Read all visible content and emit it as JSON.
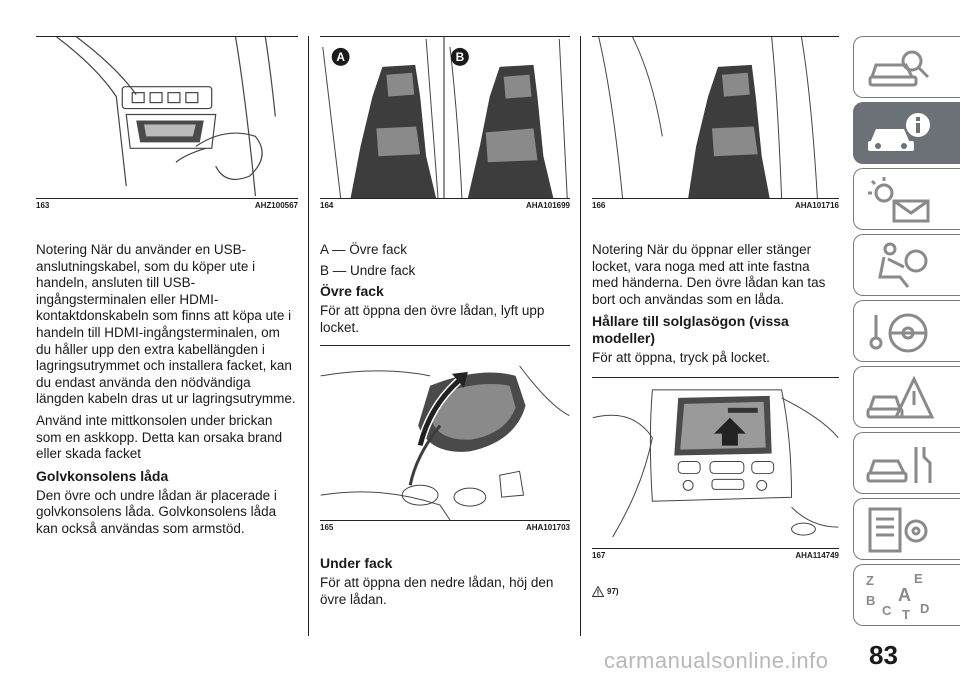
{
  "figures": {
    "f163": {
      "num": "163",
      "code": "AHZ100567"
    },
    "f164": {
      "num": "164",
      "code": "AHA101699",
      "label_a": "A",
      "label_b": "B"
    },
    "f165": {
      "num": "165",
      "code": "AHA101703"
    },
    "f166": {
      "num": "166",
      "code": "AHA101716"
    },
    "f167": {
      "num": "167",
      "code": "AHA114749"
    }
  },
  "col1": {
    "note1": "Notering  När du använder en USB-anslutningskabel, som du köper ute i handeln, ansluten till USB-ingångsterminalen eller HDMI-kontaktdonskabeln som finns att köpa ute i handeln till HDMI-ingångsterminalen, om du håller upp den extra kabellängden i lagringsutrymmet och installera facket, kan du endast använda den nödvändiga längden kabeln dras ut ur lagringsutrymme.",
    "note2": "Använd inte mittkonsolen under brickan som en askkopp. Detta kan orsaka brand eller skada facket",
    "heading": "Golvkonsolens låda",
    "body": "Den övre och undre lådan är placerade i golvkonsolens låda. Golvkonsolens låda kan också användas som armstöd."
  },
  "col2": {
    "item_a": "A — Övre fack",
    "item_b": "B — Undre fack",
    "heading1": "Övre fack",
    "body1": "För att öppna den övre lådan, lyft upp locket.",
    "heading2": "Under fack",
    "body2": "För att öppna den nedre lådan, höj den övre lådan."
  },
  "col3": {
    "note": "Notering  När du öppnar eller stänger locket, vara noga med att inte fastna med händerna. Den övre lådan kan tas bort och användas som en låda.",
    "heading": "Hållare till solglasögon (vissa modeller)",
    "body": "För att öppna, tryck på locket.",
    "warning_ref": "97)"
  },
  "sidebar": {
    "tabs": [
      {
        "icon": "car-search-icon",
        "active": false
      },
      {
        "icon": "car-info-icon",
        "active": true
      },
      {
        "icon": "light-message-icon",
        "active": false
      },
      {
        "icon": "seat-airbag-icon",
        "active": false
      },
      {
        "icon": "steering-key-icon",
        "active": false
      },
      {
        "icon": "warning-triangle-icon",
        "active": false
      },
      {
        "icon": "car-tools-icon",
        "active": false
      },
      {
        "icon": "specs-gear-icon",
        "active": false
      },
      {
        "icon": "index-letters-icon",
        "active": false
      }
    ],
    "index_letters": [
      "Z",
      "E",
      "A",
      "B",
      "C",
      "T",
      "D"
    ]
  },
  "page_number": "83",
  "watermark": "carmanualsonline.info",
  "colors": {
    "active_tab": "#6b7176",
    "tab_border": "#7a7a7a",
    "illustration": "#3d3d3d"
  }
}
